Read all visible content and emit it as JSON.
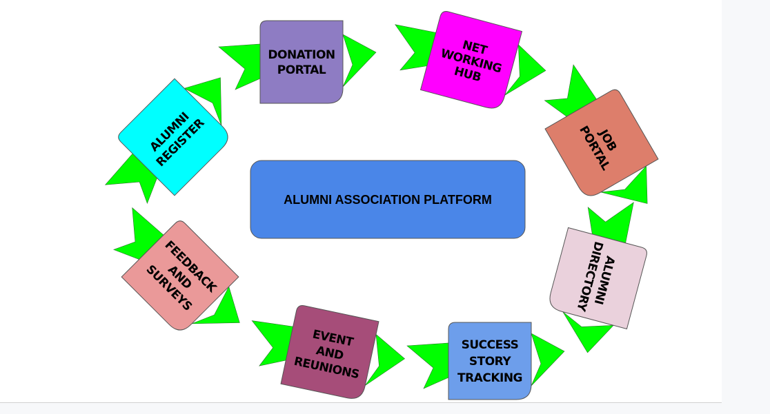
{
  "center": {
    "label": "ALUMNI ASSOCIATION PLATFORM",
    "color": "#4a86e8"
  },
  "ribbon_color": "#00ff00",
  "nodes": [
    {
      "id": "donation-portal",
      "lines": [
        "DONATION",
        "PORTAL"
      ],
      "color": "#8e7cc3"
    },
    {
      "id": "networking-hub",
      "lines": [
        "NET",
        "WORKING",
        "HUB"
      ],
      "color": "#ff00ff"
    },
    {
      "id": "job-portal",
      "lines": [
        "JOB",
        "PORTAL"
      ],
      "color": "#dd7e6b"
    },
    {
      "id": "alumni-directory",
      "lines": [
        "ALUMNI",
        "DIRECTORY"
      ],
      "color": "#ead1dc"
    },
    {
      "id": "success-story-tracking",
      "lines": [
        "SUCCESS",
        "STORY",
        "TRACKING"
      ],
      "color": "#6d9eeb"
    },
    {
      "id": "event-and-reunions",
      "lines": [
        "EVENT",
        "AND",
        "REUNIONS"
      ],
      "color": "#a64d79"
    },
    {
      "id": "feedback-and-surveys",
      "lines": [
        "FEEDBACK",
        "AND",
        "SURVEYS"
      ],
      "color": "#ea9999"
    },
    {
      "id": "alumni-register",
      "lines": [
        "ALUMNI",
        "REGISTER"
      ],
      "color": "#00ffff"
    }
  ]
}
